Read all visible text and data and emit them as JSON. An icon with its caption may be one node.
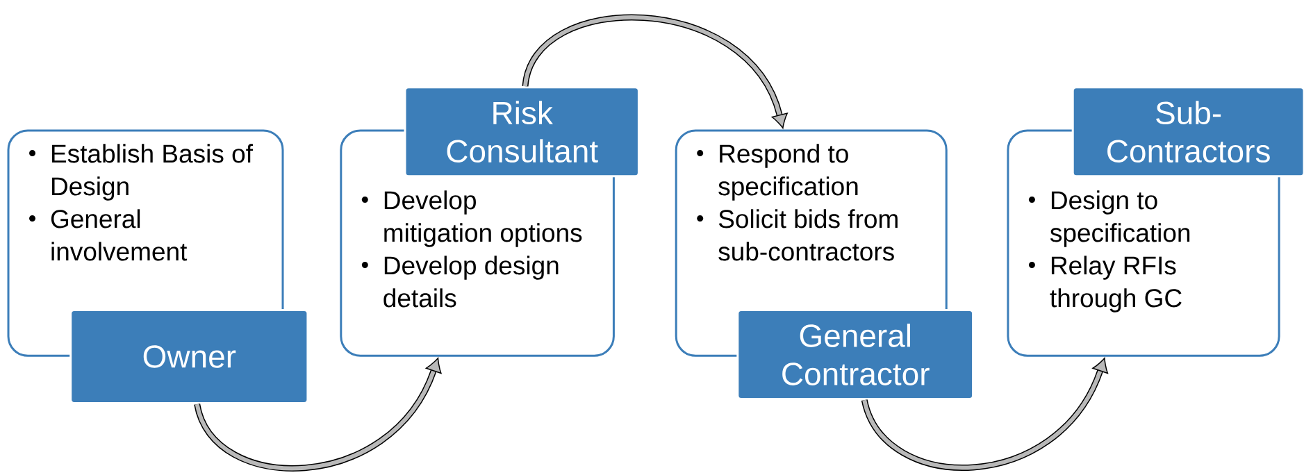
{
  "diagram": {
    "nodes": [
      {
        "text": [
          "Establish Basis of Design",
          "General involvement"
        ]
      },
      {
        "text": [
          "Owner"
        ]
      },
      {
        "text": [
          "Risk Consultant"
        ]
      },
      {
        "text": [
          "Develop mitigation options",
          "Develop design details"
        ]
      },
      {
        "text": [
          "Respond to specification",
          "Solicit bids from sub-contractors"
        ]
      },
      {
        "text": [
          "General Contractor"
        ]
      },
      {
        "text": [
          "Sub-Contractors"
        ]
      },
      {
        "text": [
          "Design to specification",
          "Relay RFIs through GC"
        ]
      }
    ],
    "edges": [
      {
        "from": 1,
        "to": 3,
        "arrow": "to"
      },
      {
        "from": 2,
        "to": 4,
        "arrow": "to"
      },
      {
        "from": 5,
        "to": 7,
        "arrow": "to"
      }
    ]
  }
}
